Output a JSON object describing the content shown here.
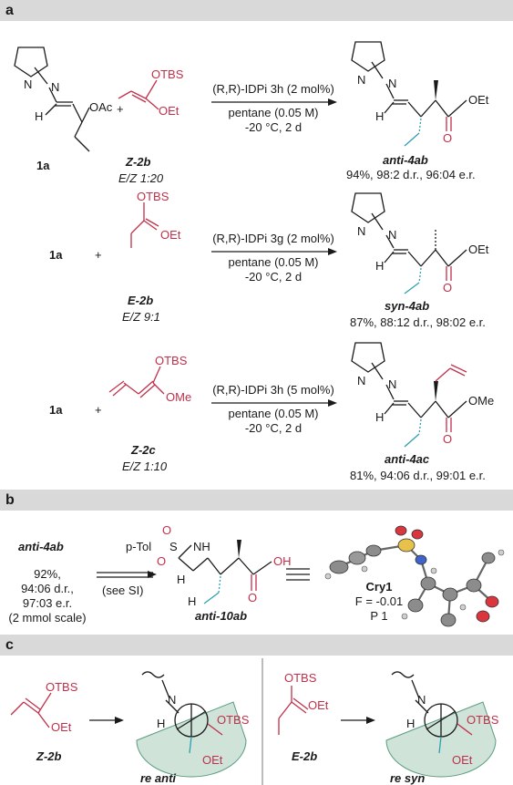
{
  "panels": {
    "a": "a",
    "b": "b",
    "c": "c"
  },
  "atoms": {
    "N": "N",
    "O": "O",
    "H": "H",
    "S": "S",
    "NH": "NH",
    "OAc": "OAc",
    "OTBS": "OTBS",
    "OEt": "OEt",
    "OMe": "OMe",
    "OH": "OH",
    "pTol": "p-Tol"
  },
  "reaction1": {
    "reactant_label": "1a",
    "plus": "+",
    "reagent_label": "Z-2b",
    "reagent_ratio": "E/Z 1:20",
    "catalyst": "(R,R)-IDPi 3h (2 mol%)",
    "solvent": "pentane (0.05 M)",
    "conditions": "-20 °C, 2 d",
    "product_label": "anti-4ab",
    "product_result": "94%, 98:2 d.r., 96:04 e.r."
  },
  "reaction2": {
    "reactant_label": "1a",
    "plus": "+",
    "reagent_label": "E-2b",
    "reagent_ratio": "E/Z 9:1",
    "catalyst": "(R,R)-IDPi 3g (2 mol%)",
    "solvent": "pentane (0.05 M)",
    "conditions": "-20 °C, 2 d",
    "product_label": "syn-4ab",
    "product_result": "87%, 88:12 d.r., 98:02 e.r."
  },
  "reaction3": {
    "reactant_label": "1a",
    "plus": "+",
    "reagent_label": "Z-2c",
    "reagent_ratio": "E/Z 1:10",
    "catalyst": "(R,R)-IDPi 3h (5 mol%)",
    "solvent": "pentane (0.05 M)",
    "conditions": "-20 °C, 2 d",
    "product_label": "anti-4ac",
    "product_result": "81%, 94:06 d.r., 99:01 e.r."
  },
  "panel_b": {
    "start_label": "anti-4ab",
    "yield": "92%,",
    "dr": "94:06 d.r.,",
    "er": "97:03 e.r.",
    "scale": "(2 mmol scale)",
    "arrow_note": "(see SI)",
    "product_label": "anti-10ab",
    "crystal_label": "Cry1",
    "flack": "F = -0.01",
    "space_group": "P 1"
  },
  "panel_c": {
    "left_reagent": "Z-2b",
    "left_model": "re anti",
    "right_reagent": "E-2b",
    "right_model": "re syn"
  }
}
